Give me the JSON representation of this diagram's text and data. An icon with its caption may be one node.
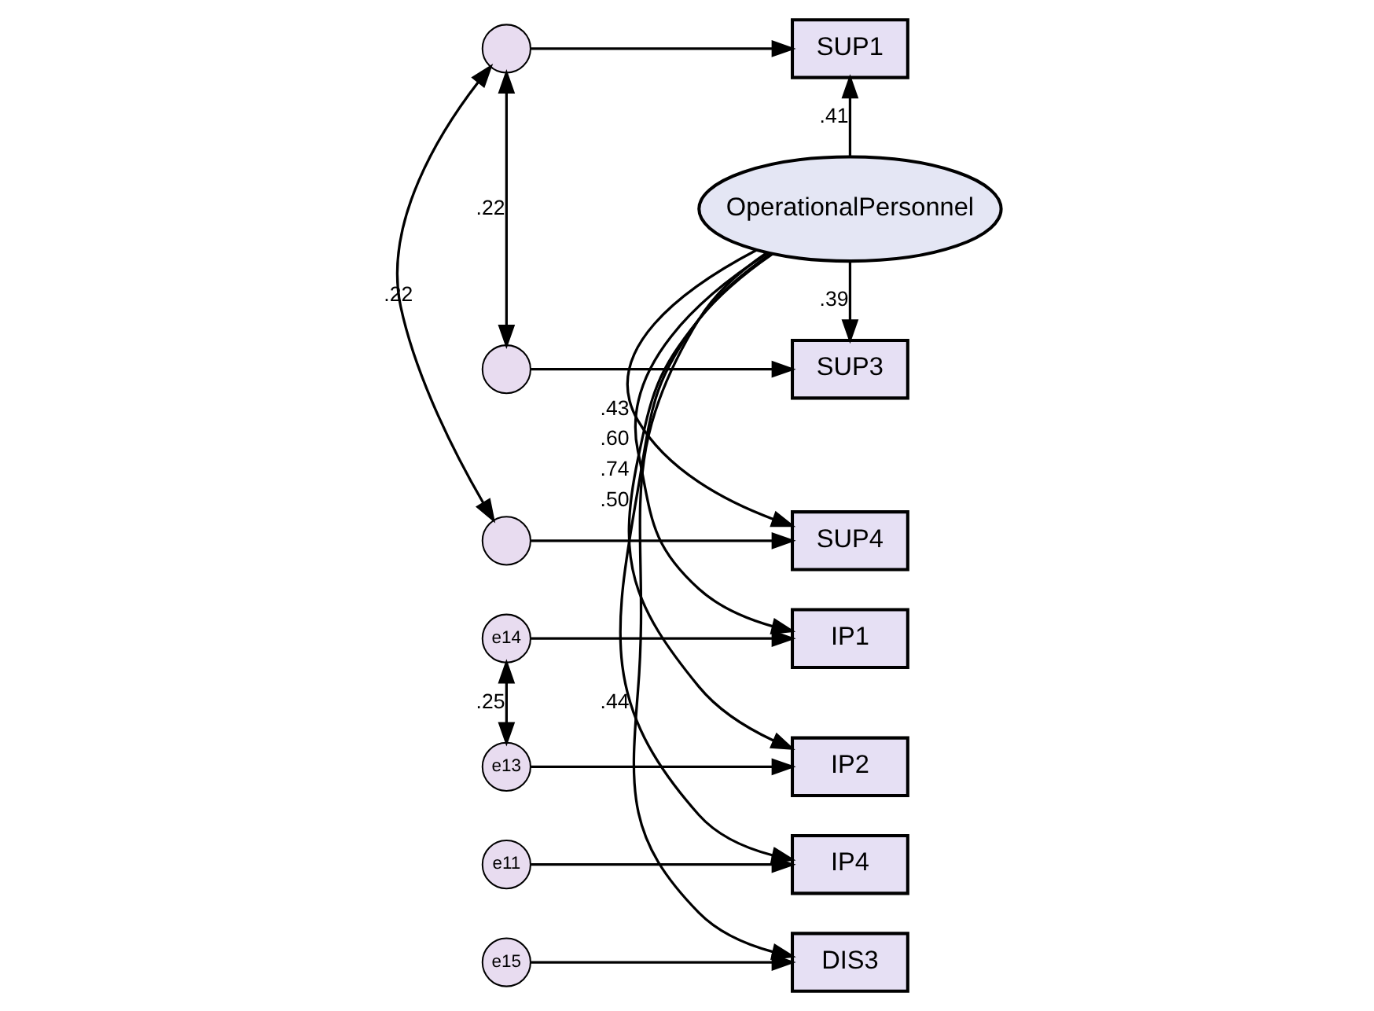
{
  "diagram": {
    "nodes": [
      {
        "text": [],
        "shape": "circle"
      },
      {
        "text": [
          "SUP1"
        ]
      },
      {
        "text": [],
        "shape": "circle"
      },
      {
        "text": [
          "SUP3"
        ]
      },
      {
        "text": [],
        "shape": "circle"
      },
      {
        "text": [
          "SUP4"
        ]
      },
      {
        "text": [
          "e14"
        ]
      },
      {
        "text": [
          "IP1"
        ]
      },
      {
        "text": [
          "e13"
        ]
      },
      {
        "text": [
          "IP2"
        ]
      },
      {
        "text": [
          "e11"
        ]
      },
      {
        "text": [
          "IP4"
        ]
      },
      {
        "text": [
          "e15"
        ]
      },
      {
        "text": [
          "DIS3"
        ]
      },
      {
        "text": [
          "OperationalPersonnel"
        ]
      }
    ],
    "edges": [
      {
        "from": 0,
        "to": 1,
        "arrow": "to"
      },
      {
        "from": 2,
        "to": 3,
        "arrow": "to"
      },
      {
        "from": 4,
        "to": 5,
        "arrow": "to"
      },
      {
        "from": 6,
        "to": 7,
        "arrow": "to"
      },
      {
        "from": 8,
        "to": 9,
        "arrow": "to"
      },
      {
        "from": 10,
        "to": 11,
        "arrow": "to"
      },
      {
        "from": 12,
        "to": 13,
        "arrow": "to"
      },
      {
        "from": 0,
        "to": 2,
        "arrow": "both",
        "label": ".22"
      },
      {
        "from": 0,
        "to": 4,
        "arrow": "both",
        "label": ".22"
      },
      {
        "from": 6,
        "to": 8,
        "arrow": "both",
        "label": ".25"
      },
      {
        "from": 14,
        "to": 1,
        "arrow": "to",
        "label": ".41"
      },
      {
        "from": 14,
        "to": 3,
        "arrow": "to",
        "label": ".39"
      },
      {
        "from": 14,
        "to": 5,
        "arrow": "to",
        "label": ".43"
      },
      {
        "from": 14,
        "to": 7,
        "arrow": "to",
        "label": ".60"
      },
      {
        "from": 14,
        "to": 9,
        "arrow": "to",
        "label": ".74"
      },
      {
        "from": 14,
        "to": 11,
        "arrow": "to",
        "label": ".50"
      },
      {
        "from": 14,
        "to": 13,
        "arrow": "to",
        "label": ".44"
      }
    ]
  }
}
